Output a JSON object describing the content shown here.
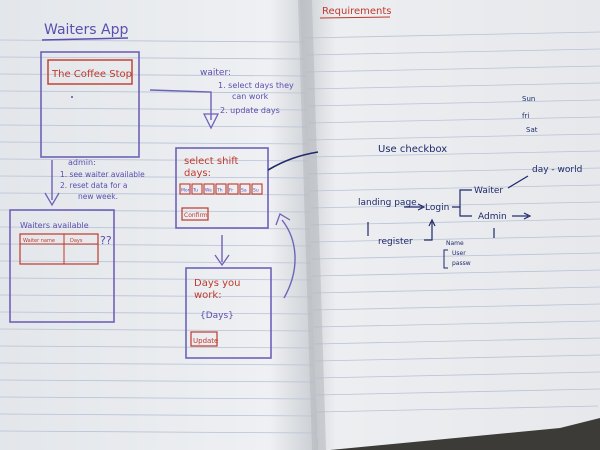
{
  "left_page": {
    "title": "Waiters App",
    "coffee_shop": "The Coffee Stop",
    "waiter_note": {
      "heading": "waiter:",
      "line1": "1. select days they",
      "line2": "can work",
      "line3": "2. update days"
    },
    "admin_note": {
      "heading": "admin:",
      "line1": "1. see waiter available",
      "line2": "2. reset data for a",
      "line3": "new week."
    },
    "waiters_available": {
      "title": "Waiters available",
      "col1": "Waiter name",
      "col2": "Days",
      "marks": "??"
    },
    "select_shift": {
      "title_line1": "select shift",
      "title_line2": "days:",
      "days": [
        "Mon",
        "Tu",
        "We",
        "Th",
        "Fr",
        "Sa",
        "Su"
      ],
      "confirm": "Confirm"
    },
    "days_you_work": {
      "title_line1": "Days you",
      "title_line2": "work:",
      "body": "{Days}",
      "update": "Update"
    }
  },
  "right_page": {
    "title": "Requirements",
    "days_list": [
      "Sun",
      "fri",
      "Sat"
    ],
    "use_checkbox": "Use checkbox",
    "flow": {
      "landing": "landing page",
      "login": "Login",
      "register": "register",
      "waiter": "Waiter",
      "admin": "Admin",
      "day_world": "day - world",
      "name": "Name",
      "user": "User",
      "pass": "passw"
    }
  },
  "colors": {
    "paper": "#eef0f2",
    "rule": "#b9c4d6",
    "purple_ink": "#5b4fb0",
    "red_ink": "#c0392b",
    "blue_ink": "#1f2a6b"
  }
}
